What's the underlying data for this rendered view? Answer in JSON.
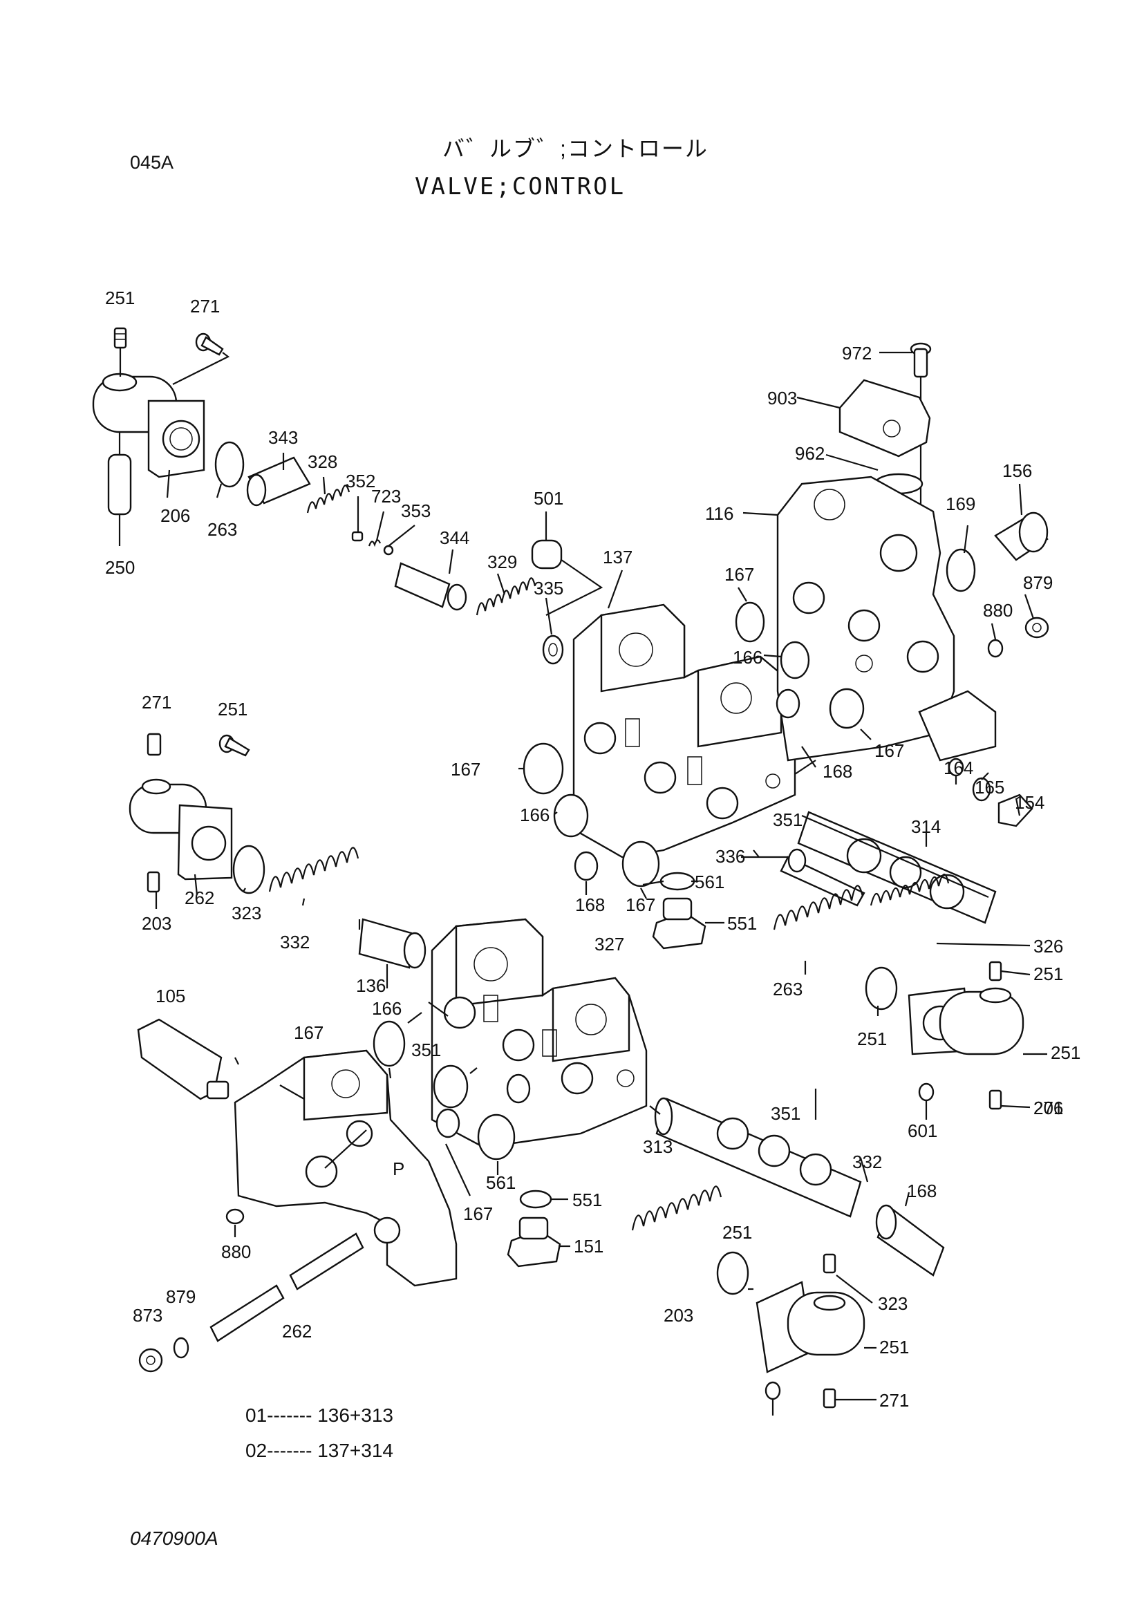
{
  "header": {
    "code": "045A",
    "title_jp": "バ゛ルブ゛;コントロール",
    "title_en": "VALVE;CONTROL"
  },
  "assemblies": [
    {
      "text": "01------- 136+313"
    },
    {
      "text": "02------- 137+314"
    }
  ],
  "figure_number": "0470900A",
  "parts": [
    {
      "id": "p251a",
      "label": "251"
    },
    {
      "id": "p271a",
      "label": "271"
    },
    {
      "id": "p206a",
      "label": "206"
    },
    {
      "id": "p263a",
      "label": "263"
    },
    {
      "id": "p250",
      "label": "250"
    },
    {
      "id": "p343",
      "label": "343"
    },
    {
      "id": "p328",
      "label": "328"
    },
    {
      "id": "p352",
      "label": "352"
    },
    {
      "id": "p723",
      "label": "723"
    },
    {
      "id": "p353",
      "label": "353"
    },
    {
      "id": "p344",
      "label": "344"
    },
    {
      "id": "p501",
      "label": "501"
    },
    {
      "id": "p329",
      "label": "329"
    },
    {
      "id": "p335",
      "label": "335"
    },
    {
      "id": "p137",
      "label": "137"
    },
    {
      "id": "p972",
      "label": "972"
    },
    {
      "id": "p903",
      "label": "903"
    },
    {
      "id": "p962",
      "label": "962"
    },
    {
      "id": "p116",
      "label": "116"
    },
    {
      "id": "p156",
      "label": "156"
    },
    {
      "id": "p169",
      "label": "169"
    },
    {
      "id": "p879a",
      "label": "879"
    },
    {
      "id": "p880a",
      "label": "880"
    },
    {
      "id": "p167a",
      "label": "167"
    },
    {
      "id": "p166a",
      "label": "166"
    },
    {
      "id": "p167b",
      "label": "167"
    },
    {
      "id": "p168a",
      "label": "168"
    },
    {
      "id": "p167c",
      "label": "167"
    },
    {
      "id": "p166b",
      "label": "166"
    },
    {
      "id": "p168b",
      "label": "168"
    },
    {
      "id": "p167d",
      "label": "167"
    },
    {
      "id": "p164",
      "label": "164"
    },
    {
      "id": "p165",
      "label": "165"
    },
    {
      "id": "p154",
      "label": "154"
    },
    {
      "id": "p351a",
      "label": "351"
    },
    {
      "id": "p314",
      "label": "314"
    },
    {
      "id": "p336",
      "label": "336"
    },
    {
      "id": "p561a",
      "label": "561"
    },
    {
      "id": "p551a",
      "label": "551"
    },
    {
      "id": "p326",
      "label": "326"
    },
    {
      "id": "p251b",
      "label": "251"
    },
    {
      "id": "p271b",
      "label": "271"
    },
    {
      "id": "p251c",
      "label": "251"
    },
    {
      "id": "p203a",
      "label": "203"
    },
    {
      "id": "p262a",
      "label": "262"
    },
    {
      "id": "p323a",
      "label": "323"
    },
    {
      "id": "p332a",
      "label": "332"
    },
    {
      "id": "p136",
      "label": "136"
    },
    {
      "id": "p327",
      "label": "327"
    },
    {
      "id": "p263b",
      "label": "263"
    },
    {
      "id": "p251d",
      "label": "251"
    },
    {
      "id": "p206b",
      "label": "206"
    },
    {
      "id": "p251e",
      "label": "251"
    },
    {
      "id": "p271c",
      "label": "271"
    },
    {
      "id": "p601",
      "label": "601"
    },
    {
      "id": "p105",
      "label": "105"
    },
    {
      "id": "p167e",
      "label": "167"
    },
    {
      "id": "p166c",
      "label": "166"
    },
    {
      "id": "p351b",
      "label": "351"
    },
    {
      "id": "p313",
      "label": "313"
    },
    {
      "id": "p351c",
      "label": "351"
    },
    {
      "id": "p332b",
      "label": "332"
    },
    {
      "id": "p168c",
      "label": "168"
    },
    {
      "id": "p167f",
      "label": "167"
    },
    {
      "id": "p561b",
      "label": "561"
    },
    {
      "id": "p551b",
      "label": "551"
    },
    {
      "id": "p151",
      "label": "151"
    },
    {
      "id": "p880b",
      "label": "880"
    },
    {
      "id": "p879b",
      "label": "879"
    },
    {
      "id": "p873",
      "label": "873"
    },
    {
      "id": "p262b",
      "label": "262"
    },
    {
      "id": "p251f",
      "label": "251"
    },
    {
      "id": "p323b",
      "label": "323"
    },
    {
      "id": "p203b",
      "label": "203"
    },
    {
      "id": "p251g",
      "label": "251"
    },
    {
      "id": "p271d",
      "label": "271"
    }
  ]
}
